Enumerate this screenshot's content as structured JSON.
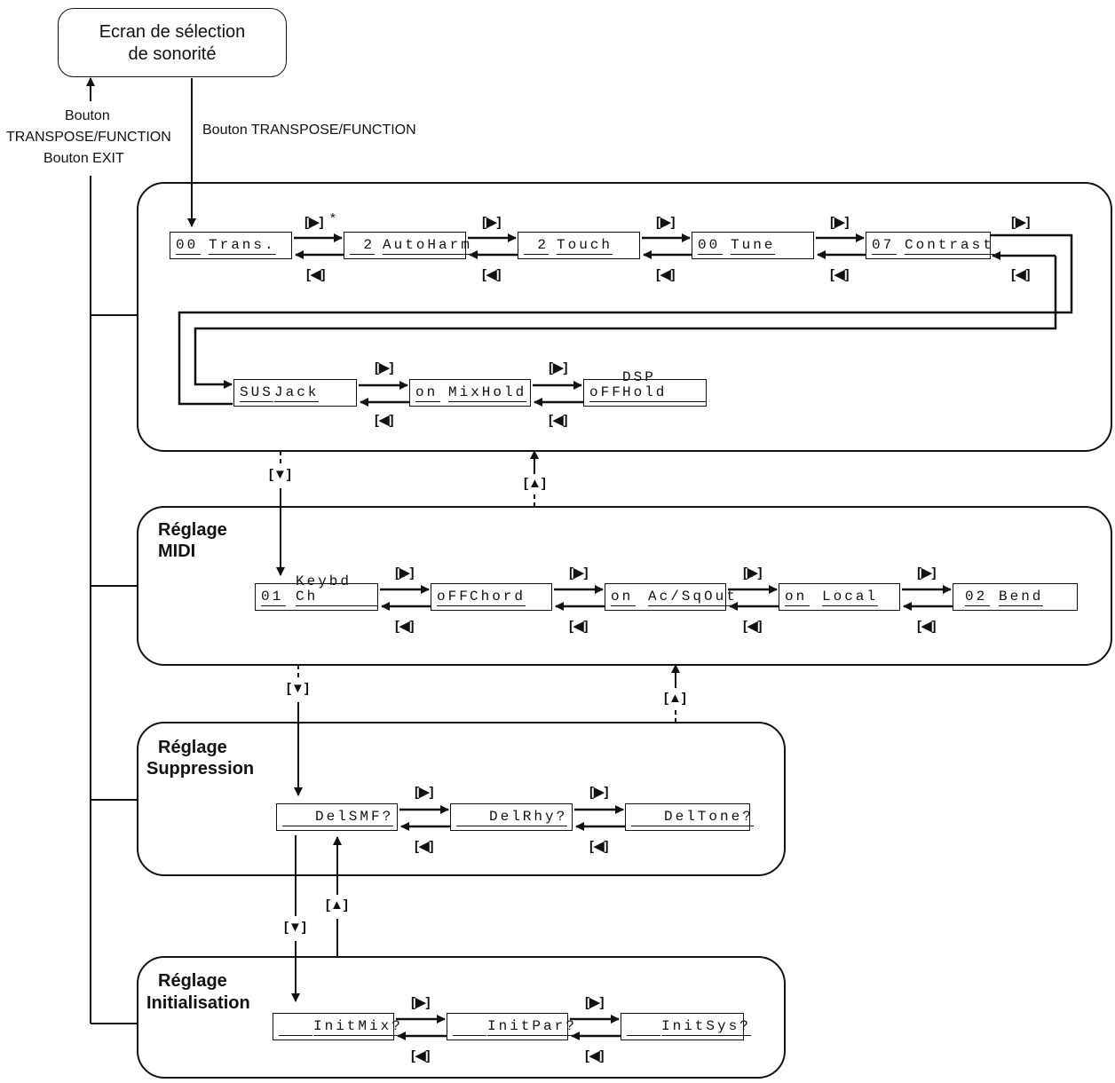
{
  "top_box": {
    "line1": "Ecran de sélection",
    "line2": "de sonorité"
  },
  "labels": {
    "left_line1": "Bouton",
    "left_line2": "TRANSPOSE/FUNCTION",
    "left_line3": "Bouton EXIT",
    "transpose_function": "Bouton TRANSPOSE/FUNCTION",
    "asterisk": "*"
  },
  "buttons": {
    "right": "[▶]",
    "left": "[◀]",
    "down": "[▼]",
    "up": "[▲]"
  },
  "sections": {
    "midi": {
      "line1": "Réglage",
      "line2": "MIDI"
    },
    "suppression": {
      "line1": "Réglage",
      "line2": "Suppression"
    },
    "initialisation": {
      "line1": "Réglage",
      "line2": "Initialisation"
    }
  },
  "displays": {
    "row1": [
      {
        "value": "00",
        "text": "Trans."
      },
      {
        "value": "2",
        "text": "AutoHarm"
      },
      {
        "value": "2",
        "text": "Touch"
      },
      {
        "value": "00",
        "text": "Tune"
      },
      {
        "value": "07",
        "text": "Contrast"
      }
    ],
    "row2": [
      {
        "value": "SUS",
        "text": "Jack"
      },
      {
        "value": "on",
        "text": "MixHold"
      },
      {
        "value": "oFF",
        "text": "DSP Hold"
      }
    ],
    "midi": [
      {
        "value": "01",
        "text": "Keybd Ch"
      },
      {
        "value": "oFF",
        "text": "Chord"
      },
      {
        "value": "on",
        "text": "Ac/SqOut"
      },
      {
        "value": "on",
        "text": "Local"
      },
      {
        "value": "02",
        "text": "Bend"
      }
    ],
    "suppression": [
      {
        "value": "",
        "text": "DelSMF?"
      },
      {
        "value": "",
        "text": "DelRhy?"
      },
      {
        "value": "",
        "text": "DelTone?"
      }
    ],
    "initialisation": [
      {
        "value": "",
        "text": "InitMix?"
      },
      {
        "value": "",
        "text": "InitPar?"
      },
      {
        "value": "",
        "text": "InitSys?"
      }
    ]
  }
}
